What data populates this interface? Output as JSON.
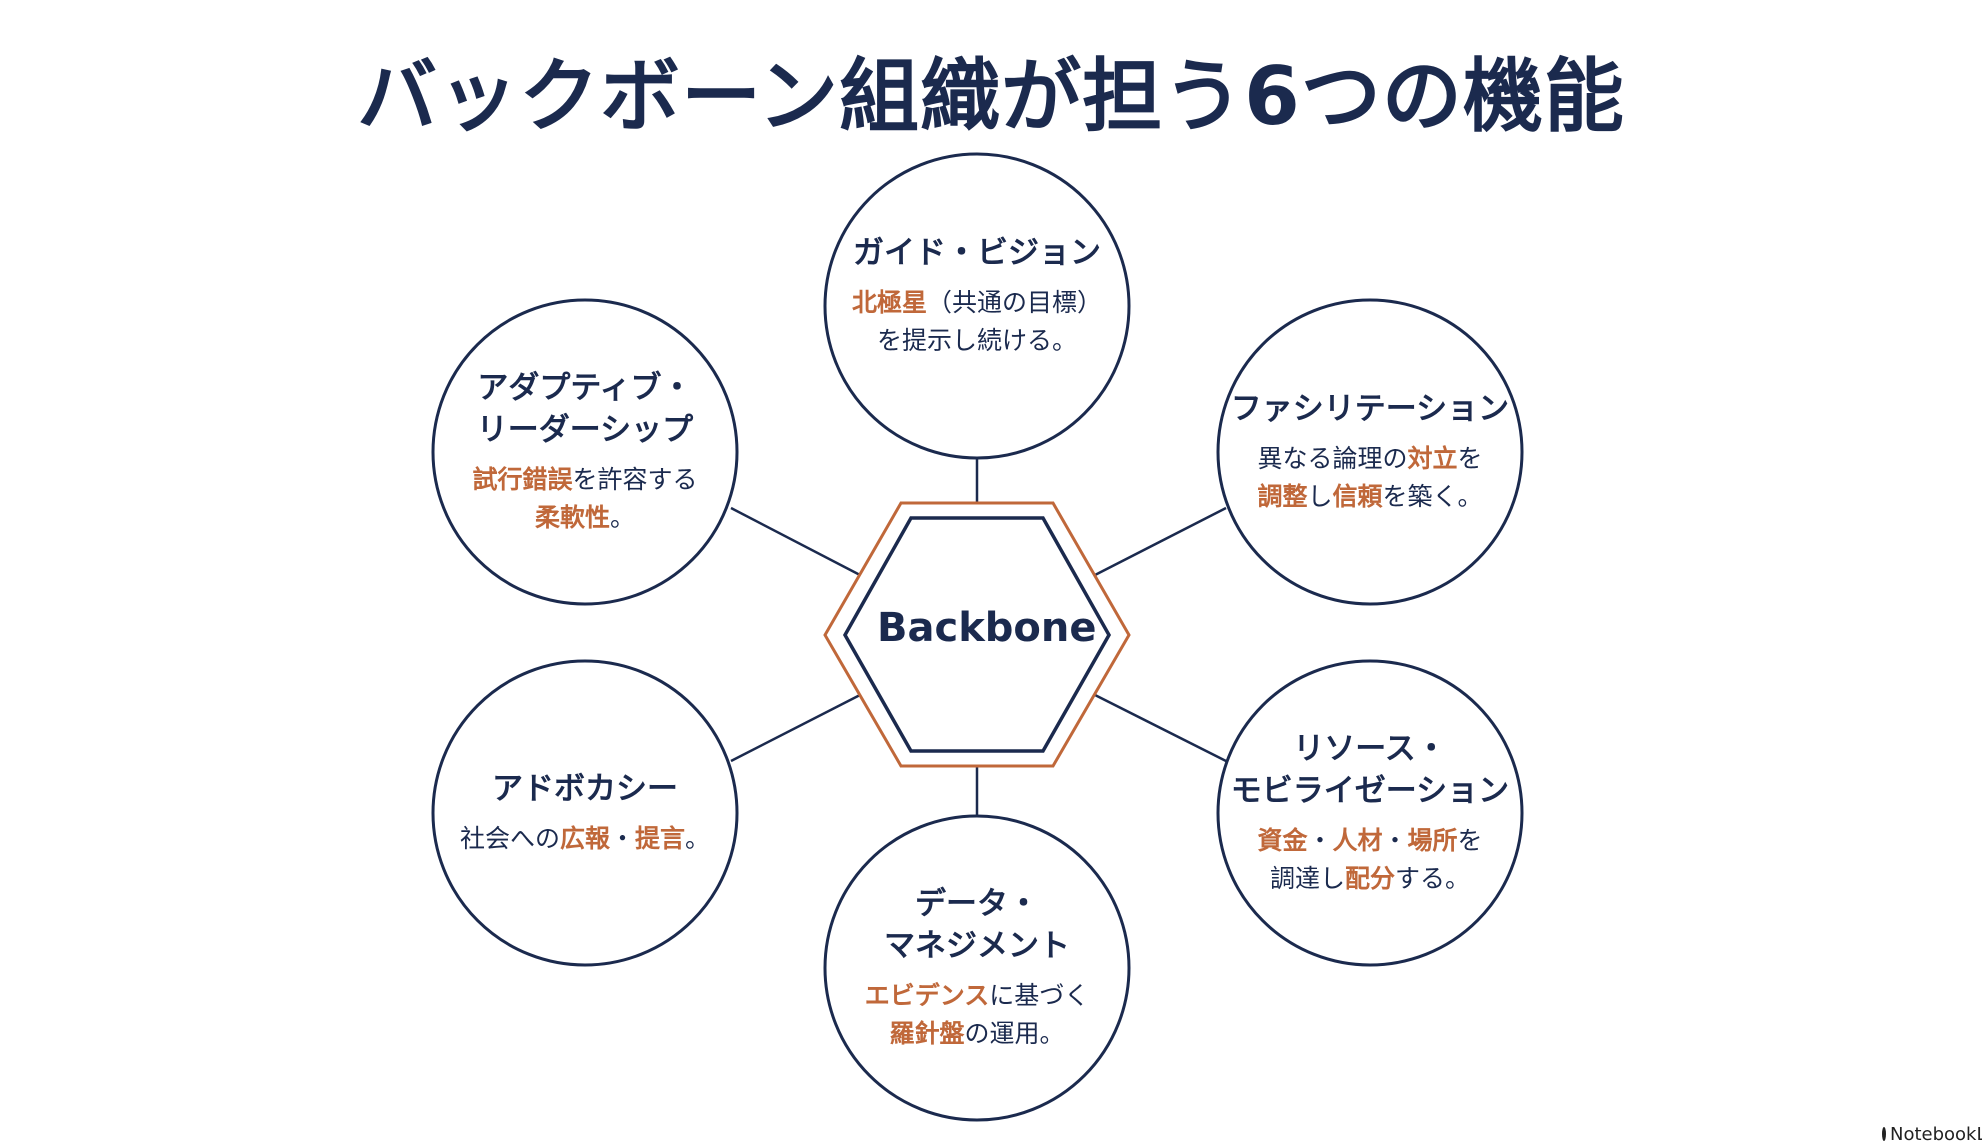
{
  "title": "バックボーン組織が担う6つの機能",
  "center": {
    "label": "Backbone"
  },
  "colors": {
    "navy": "#1b2a4e",
    "accent": "#c0683a"
  },
  "nodes": [
    {
      "id": "guide-vision",
      "heading": [
        "ガイド・ビジョン"
      ],
      "body": [
        [
          {
            "t": "北極星",
            "hl": true
          },
          {
            "t": "（共通の目標）",
            "hl": false
          }
        ],
        [
          {
            "t": "を提示し続ける。",
            "hl": false
          }
        ]
      ]
    },
    {
      "id": "facilitation",
      "heading": [
        "ファシリテーション"
      ],
      "body": [
        [
          {
            "t": "異なる論理の",
            "hl": false
          },
          {
            "t": "対立",
            "hl": true
          },
          {
            "t": "を",
            "hl": false
          }
        ],
        [
          {
            "t": "調整",
            "hl": true
          },
          {
            "t": "し",
            "hl": false
          },
          {
            "t": "信頼",
            "hl": true
          },
          {
            "t": "を築く。",
            "hl": false
          }
        ]
      ]
    },
    {
      "id": "resource-mobilization",
      "heading": [
        "リソース・",
        "モビライゼーション"
      ],
      "body": [
        [
          {
            "t": "資金",
            "hl": true
          },
          {
            "t": "・",
            "hl": false
          },
          {
            "t": "人材",
            "hl": true
          },
          {
            "t": "・",
            "hl": false
          },
          {
            "t": "場所",
            "hl": true
          },
          {
            "t": "を",
            "hl": false
          }
        ],
        [
          {
            "t": "調達し",
            "hl": false
          },
          {
            "t": "配分",
            "hl": true
          },
          {
            "t": "する。",
            "hl": false
          }
        ]
      ]
    },
    {
      "id": "data-management",
      "heading": [
        "データ・",
        "マネジメント"
      ],
      "body": [
        [
          {
            "t": "エビデンス",
            "hl": true
          },
          {
            "t": "に基づく",
            "hl": false
          }
        ],
        [
          {
            "t": "羅針盤",
            "hl": true
          },
          {
            "t": "の運用。",
            "hl": false
          }
        ]
      ]
    },
    {
      "id": "advocacy",
      "heading": [
        "アドボカシー"
      ],
      "body": [
        [
          {
            "t": "社会への",
            "hl": false
          },
          {
            "t": "広報",
            "hl": true
          },
          {
            "t": "・",
            "hl": false
          },
          {
            "t": "提言",
            "hl": true
          },
          {
            "t": "。",
            "hl": false
          }
        ]
      ]
    },
    {
      "id": "adaptive-leadership",
      "heading": [
        "アダプティブ・",
        "リーダーシップ"
      ],
      "body": [
        [
          {
            "t": "試行錯誤",
            "hl": true
          },
          {
            "t": "を許容する",
            "hl": false
          }
        ],
        [
          {
            "t": "柔軟性",
            "hl": true
          },
          {
            "t": "。",
            "hl": false
          }
        ]
      ]
    }
  ],
  "watermark": {
    "label": "NotebookLM",
    "icon": "notebooklm-logo-icon"
  }
}
